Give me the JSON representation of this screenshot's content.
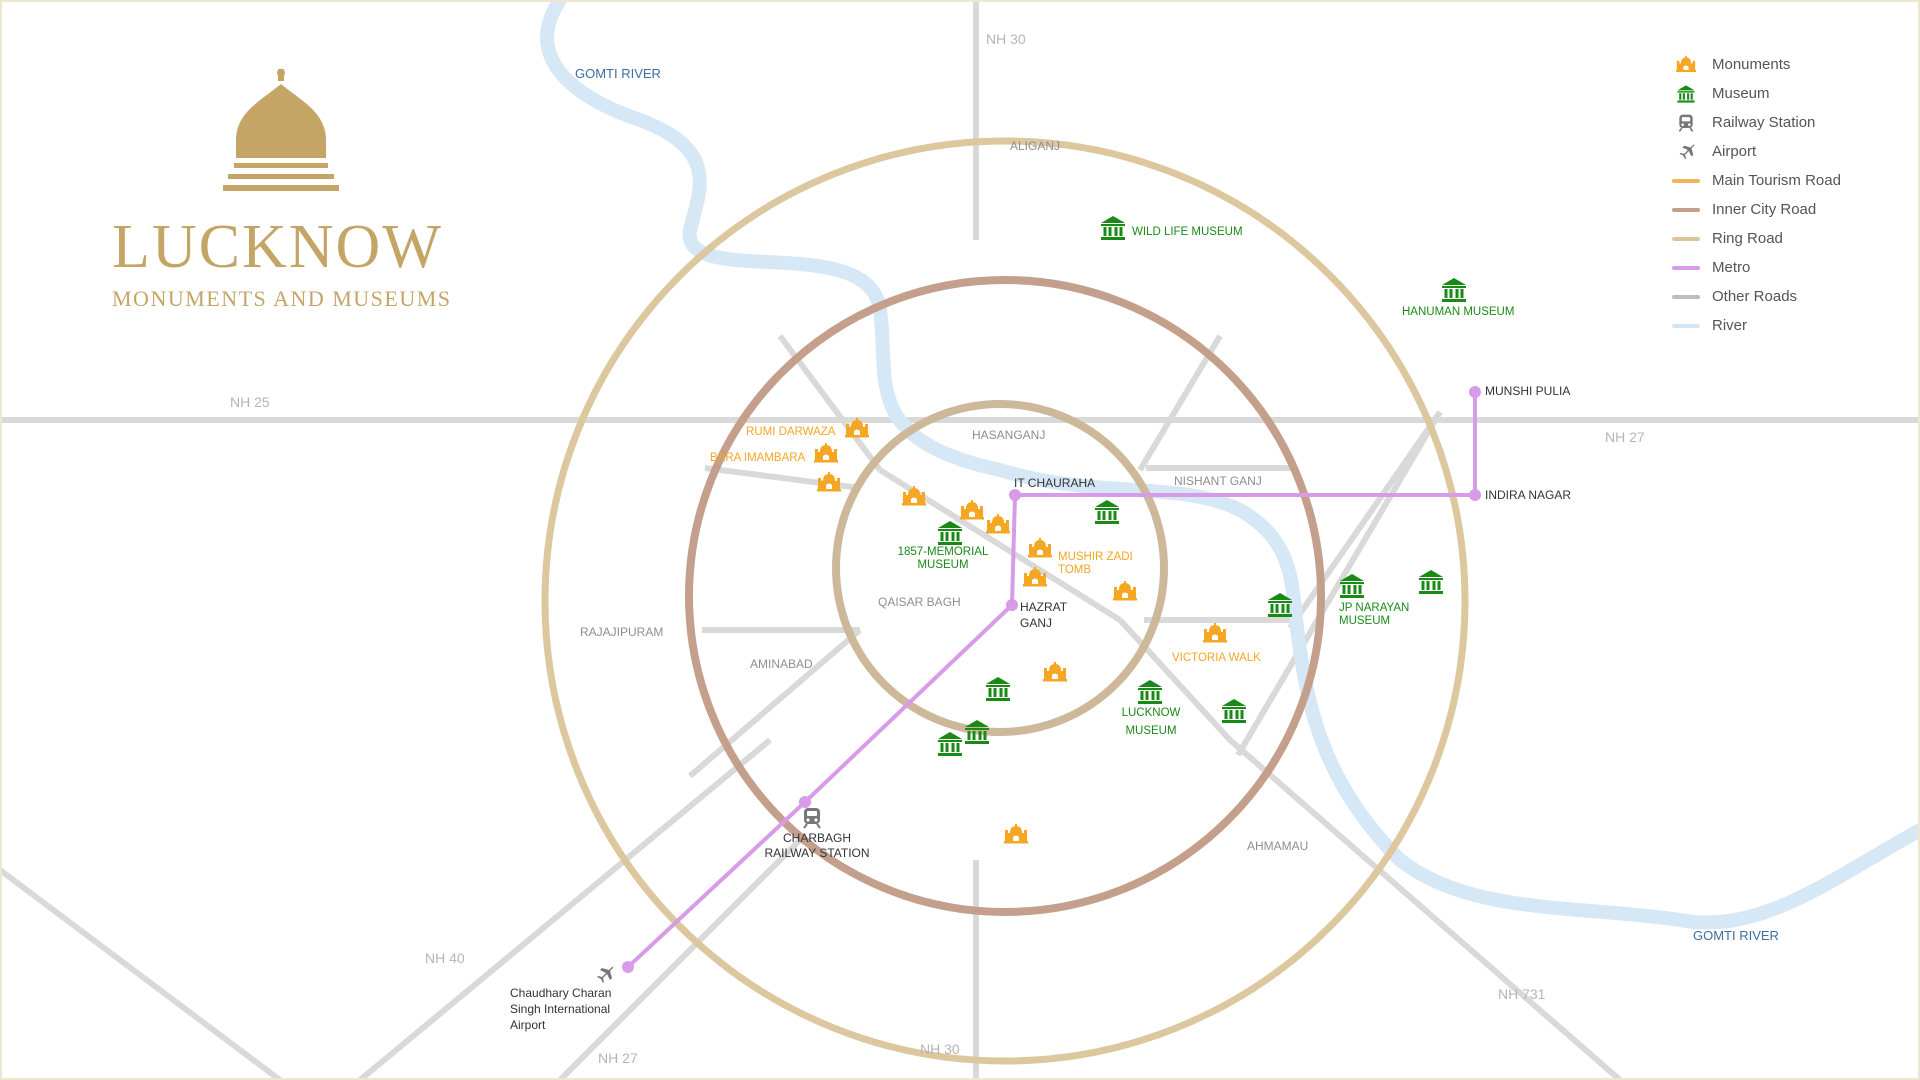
{
  "title": {
    "main": "LUCKNOW",
    "sub": "MONUMENTS AND MUSEUMS"
  },
  "colors": {
    "monument": "#f5a623",
    "museum": "#1a8a16",
    "main_tourism_road": "#f2b45a",
    "inner_city_road": "#c4a08c",
    "ring_road": "#dcc59c",
    "metro": "#d89be8",
    "other_roads": "#d6d6d6",
    "river": "#d4e6f5",
    "brand_gold": "#c4a566"
  },
  "legend": [
    {
      "label": "Monuments",
      "kind": "icon",
      "icon": "monument-icon"
    },
    {
      "label": "Museum",
      "kind": "icon",
      "icon": "museum-icon"
    },
    {
      "label": "Railway Station",
      "kind": "icon",
      "icon": "train-icon"
    },
    {
      "label": "Airport",
      "kind": "icon",
      "icon": "airplane-icon"
    },
    {
      "label": "Main Tourism Road",
      "kind": "line",
      "color": "#f2b45a"
    },
    {
      "label": "Inner City Road",
      "kind": "line",
      "color": "#c4a08c"
    },
    {
      "label": "Ring Road",
      "kind": "line",
      "color": "#dcc59c"
    },
    {
      "label": "Metro",
      "kind": "line",
      "color": "#d89be8"
    },
    {
      "label": "Other Roads",
      "kind": "line",
      "color": "#bdbdbd"
    },
    {
      "label": "River",
      "kind": "line",
      "color": "#d4e6f5"
    }
  ],
  "highways": {
    "nh30_top": "NH 30",
    "nh30_bottom": "NH 30",
    "nh25": "NH 25",
    "nh27_right": "NH 27",
    "nh27_bottom": "NH 27",
    "nh40": "NH 40",
    "nh731": "NH 731"
  },
  "areas": {
    "aliganj": "ALIGANJ",
    "hasanganj": "HASANGANJ",
    "nishant_ganj": "NISHANT GANJ",
    "qaisar_bagh": "QAISAR BAGH",
    "rajajipuram": "RAJAJIPURAM",
    "aminabad": "AMINABAD",
    "ahmamau": "AHMAMAU"
  },
  "river_labels": {
    "top": "GOMTI RIVER",
    "bottom": "GOMTI RIVER"
  },
  "places": {
    "rumi_darwaza": "RUMI DARWAZA",
    "bara_imambara": "BARA IMAMBARA",
    "mushir_zadi_1": "MUSHIR ZADI",
    "mushir_zadi_2": "TOMB",
    "victoria_walk": "VICTORIA WALK",
    "wild_life_museum": "WILD LIFE MUSEUM",
    "hanuman_museum": "HANUMAN MUSEUM",
    "memorial_1": "1857-MEMORIAL",
    "memorial_2": "MUSEUM",
    "jp_narayan_1": "JP NARAYAN",
    "jp_narayan_2": "MUSEUM",
    "lucknow_museum_1": "LUCKNOW",
    "lucknow_museum_2": "MUSEUM"
  },
  "stations": {
    "munshi_pulia": "MUNSHI PULIA",
    "indira_nagar": "INDIRA NAGAR",
    "it_chauraha": "IT CHAURAHA",
    "hazrat_1": "HAZRAT",
    "hazrat_2": "GANJ",
    "charbagh_1": "CHARBAGH",
    "charbagh_2": "RAILWAY STATION",
    "airport_1": "Chaudhary Charan",
    "airport_2": "Singh International",
    "airport_3": "Airport"
  }
}
